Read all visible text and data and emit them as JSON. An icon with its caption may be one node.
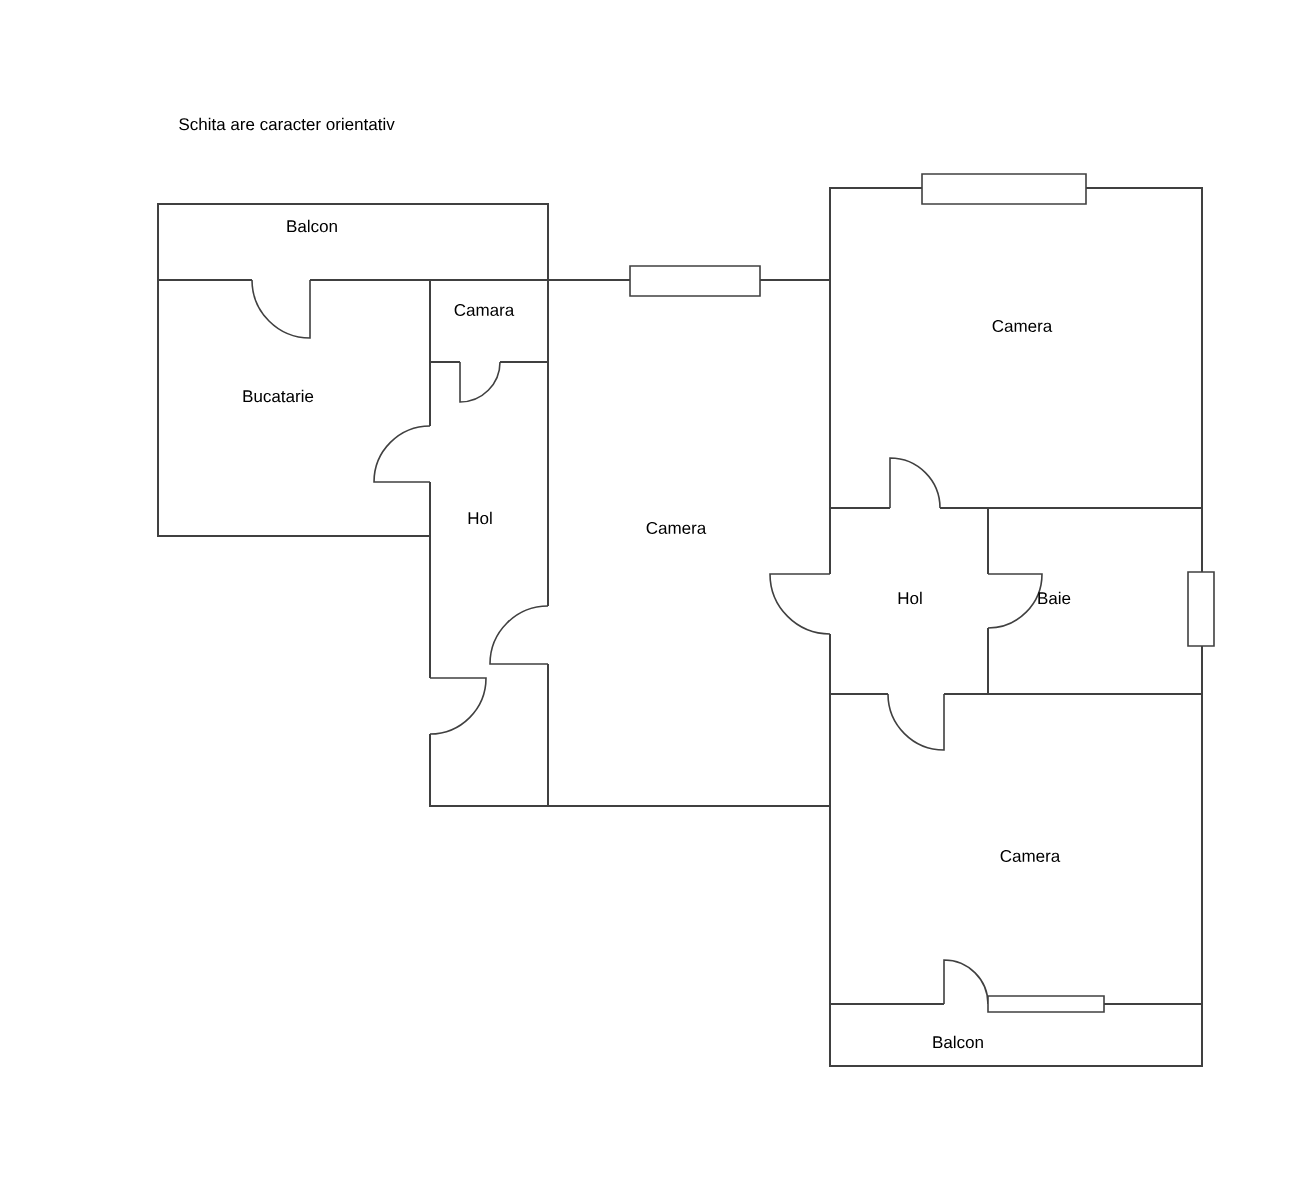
{
  "diagram": {
    "labels": [
      "Schita are caracter orientativ",
      "Balcon",
      "Camara",
      "Camera",
      "Bucatarie",
      "Hol",
      "Camera",
      "Hol",
      "Baie",
      "Camera",
      "Balcon"
    ]
  }
}
